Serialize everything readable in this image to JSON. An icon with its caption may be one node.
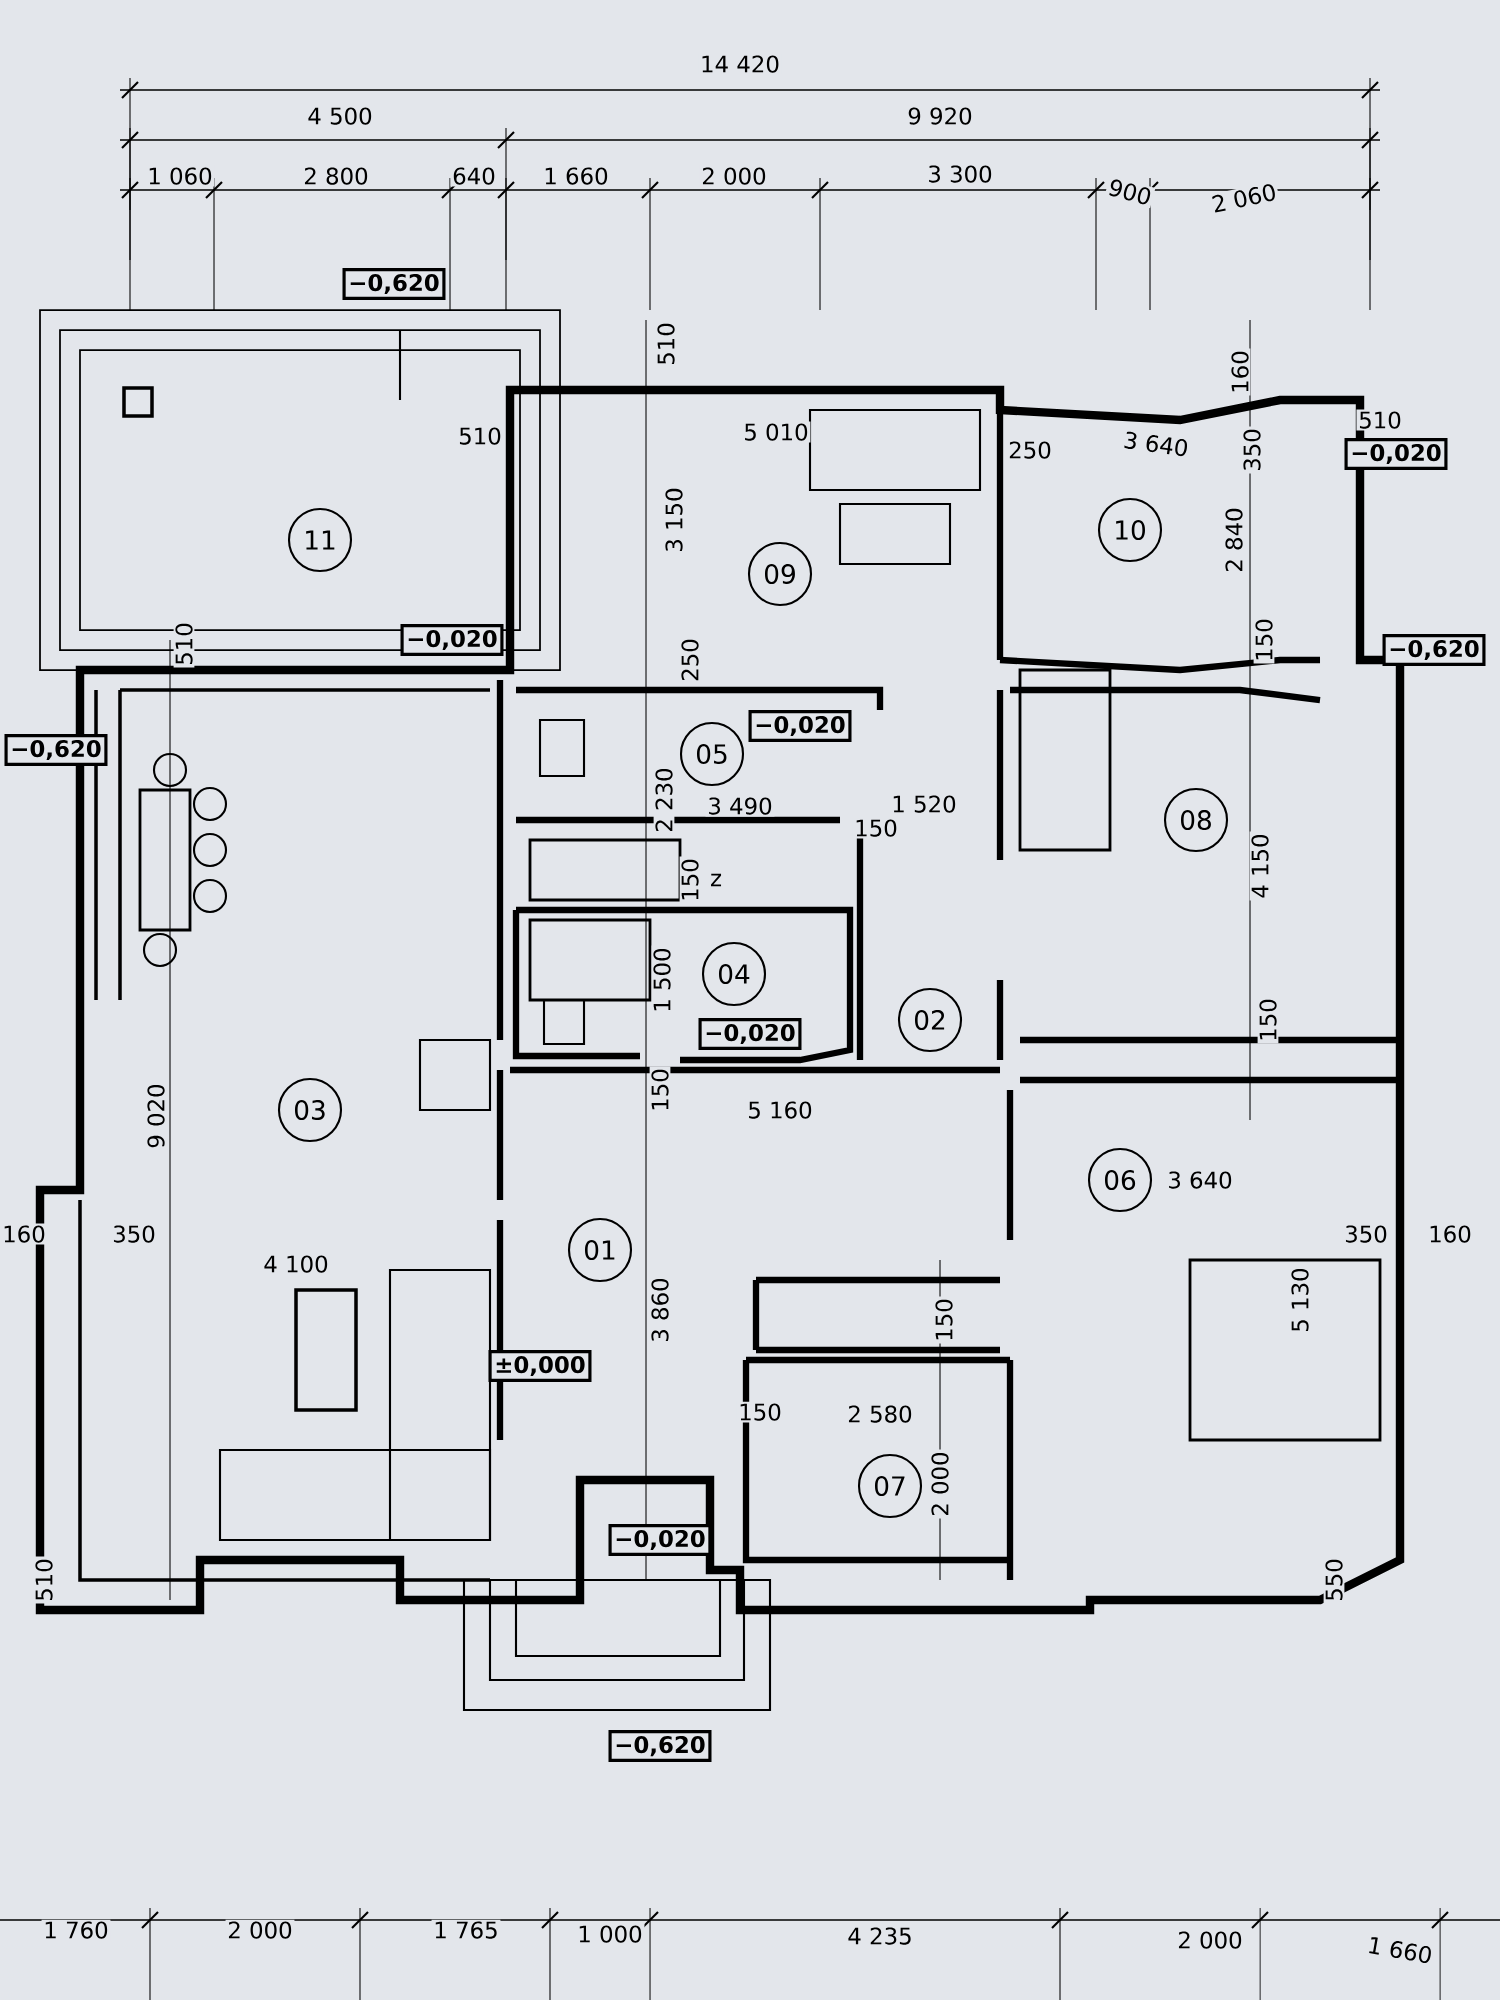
{
  "diagram": {
    "nodes": [
      {
        "text": [
          "−0,620"
        ]
      },
      {
        "text": [
          "−0,020"
        ]
      },
      {
        "text": [
          "10"
        ]
      },
      {
        "text": [
          "11"
        ]
      },
      {
        "text": [
          "09"
        ]
      },
      {
        "text": [
          "−0,020"
        ]
      },
      {
        "text": [
          "−0,620"
        ]
      },
      {
        "text": [
          "−0,020"
        ]
      },
      {
        "text": [
          "−0,620"
        ]
      },
      {
        "text": [
          "05"
        ]
      },
      {
        "text": [
          "08"
        ]
      },
      {
        "text": [
          "04"
        ]
      },
      {
        "text": [
          "02"
        ]
      },
      {
        "text": [
          "−0,020"
        ]
      },
      {
        "text": [
          "03"
        ]
      },
      {
        "text": [
          "06"
        ]
      },
      {
        "text": [
          "01"
        ]
      },
      {
        "text": [
          "±0,000"
        ]
      },
      {
        "text": [
          "07"
        ]
      },
      {
        "text": [
          "−0,020"
        ]
      },
      {
        "text": [
          "−0,620"
        ]
      }
    ],
    "labels": [
      "14 420",
      "4 500",
      "9 920",
      "1 060",
      "2 800",
      "640",
      "1 660",
      "2 000",
      "3 300",
      "900",
      "2 060",
      "510",
      "160",
      "510",
      "5 010",
      "250",
      "3 640",
      "350",
      "510",
      "3 150",
      "2 840",
      "510",
      "250",
      "150",
      "2 230",
      "3 490",
      "150",
      "1 520",
      "z",
      "150",
      "4 150",
      "1 500",
      "150",
      "9 020",
      "150",
      "5 160",
      "3 640",
      "160",
      "350",
      "350",
      "160",
      "4 100",
      "5 130",
      "150",
      "3 860",
      "150",
      "2 580",
      "2 000",
      "510",
      "550",
      "1 760",
      "2 000",
      "1 765",
      "1 000",
      "4 235",
      "2 000",
      "1 660"
    ]
  }
}
